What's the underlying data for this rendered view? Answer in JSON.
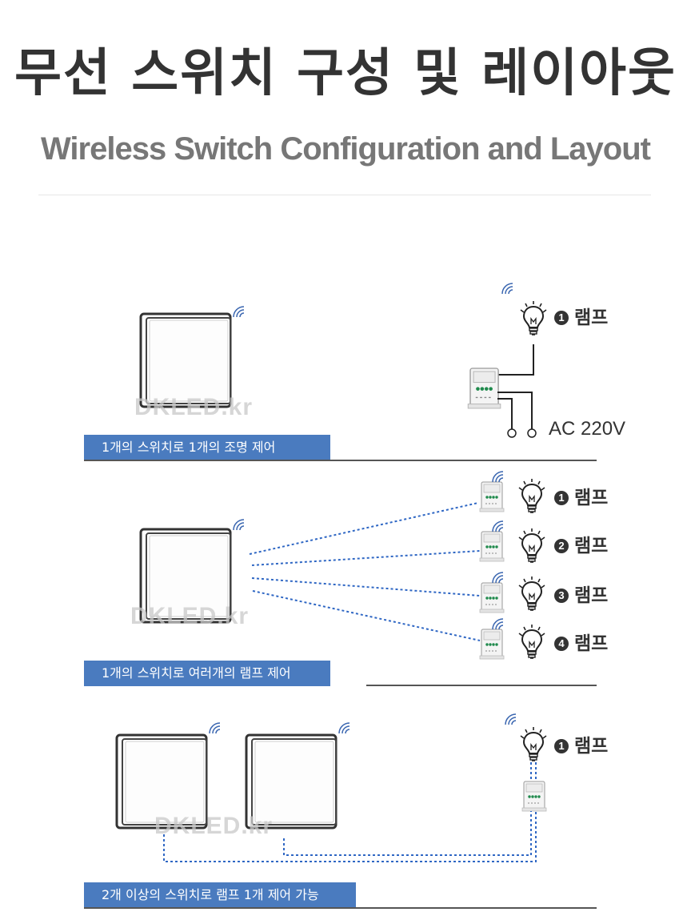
{
  "header": {
    "title_ko": "무선 스위치 구성 및 레이아웃",
    "title_en": "Wireless Switch Configuration and Layout"
  },
  "watermark": "DKLED.kr",
  "colors": {
    "caption_bg": "#4a7bbf",
    "dotted_line": "#2f67c4",
    "title_ko": "#333333",
    "title_en": "#777777"
  },
  "sections": [
    {
      "caption": "1개의 스위치로 1개의 조명 제어",
      "lamps": [
        {
          "number": "1",
          "label": "램프"
        }
      ],
      "power_label": "AC 220V"
    },
    {
      "caption": "1개의 스위치로 여러개의 램프 제어",
      "lamps": [
        {
          "number": "1",
          "label": "램프"
        },
        {
          "number": "2",
          "label": "램프"
        },
        {
          "number": "3",
          "label": "램프"
        },
        {
          "number": "4",
          "label": "램프"
        }
      ]
    },
    {
      "caption": "2개 이상의 스위치로 램프 1개 제어 가능",
      "lamps": [
        {
          "number": "1",
          "label": "램프"
        }
      ]
    }
  ],
  "icons": [
    "switch-panel-icon",
    "wifi-icon",
    "bulb-icon",
    "receiver-module-icon",
    "terminal-icon"
  ]
}
